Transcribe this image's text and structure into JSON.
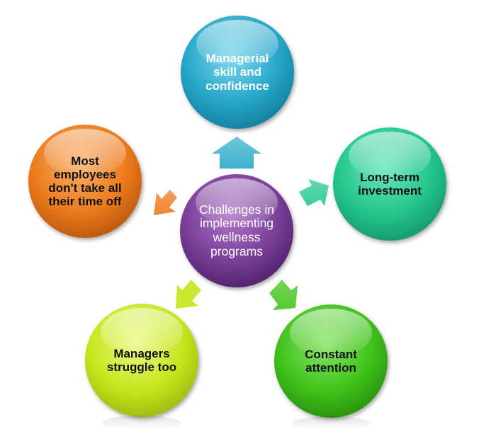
{
  "center": {
    "label": "Challenges in implementing wellness programs",
    "color": "#7b3f99"
  },
  "nodes": [
    {
      "id": "managerial",
      "label": "Managerial skill and confidence",
      "color": "#2aa9c9"
    },
    {
      "id": "long-term",
      "label": "Long-term investment",
      "color": "#27c98f"
    },
    {
      "id": "constant",
      "label": "Constant attention",
      "color": "#43c41a"
    },
    {
      "id": "managers-struggle",
      "label": "Managers struggle too",
      "color": "#c7e61d"
    },
    {
      "id": "time-off",
      "label": "Most employees don't take all their time off",
      "color": "#ee7a1e"
    }
  ]
}
